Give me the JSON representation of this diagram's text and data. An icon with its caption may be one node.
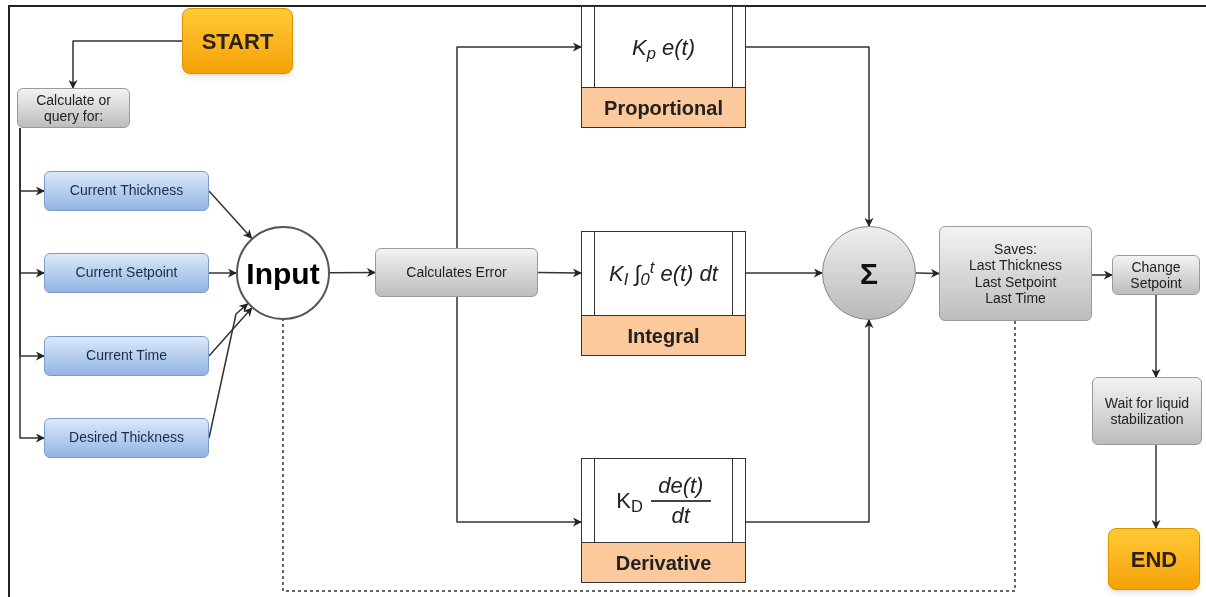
{
  "diagram": {
    "nodes": [
      {
        "text": [
          "START"
        ]
      },
      {
        "text": [
          "Calculate or query for:"
        ]
      },
      {
        "text": [
          "Current Thickness"
        ]
      },
      {
        "text": [
          "Current Setpoint"
        ]
      },
      {
        "text": [
          "Current Time"
        ]
      },
      {
        "text": [
          "Desired Thickness"
        ]
      },
      {
        "text": [
          "Input"
        ]
      },
      {
        "text": [
          "Calculates Error"
        ]
      },
      {
        "text": [
          "K$_{p}$ e(t)",
          "Proportional"
        ]
      },
      {
        "text": [
          "K$_{I}$ ∫$_{0}$$^{t}$ e(t) dt",
          "Integral"
        ]
      },
      {
        "text": [
          "K$_{D}$",
          "de(t)",
          "dt",
          "Derivative"
        ]
      },
      {
        "text": [
          "Σ"
        ]
      },
      {
        "text": [
          "Saves:",
          "Last Thickness",
          "Last Setpoint",
          "Last Time"
        ]
      },
      {
        "text": [
          "Change Setpoint"
        ]
      },
      {
        "text": [
          "Wait for liquid stabilization"
        ]
      },
      {
        "text": [
          "END"
        ]
      }
    ],
    "edges": [
      {
        "from": 0,
        "to": 1,
        "arrow": "to"
      },
      {
        "from": 1,
        "to": 2,
        "arrow": "to"
      },
      {
        "from": 1,
        "to": 3,
        "arrow": "to"
      },
      {
        "from": 1,
        "to": 4,
        "arrow": "to"
      },
      {
        "from": 1,
        "to": 5,
        "arrow": "to"
      },
      {
        "from": 2,
        "to": 6,
        "arrow": "to"
      },
      {
        "from": 3,
        "to": 6,
        "arrow": "to"
      },
      {
        "from": 4,
        "to": 6,
        "arrow": "to"
      },
      {
        "from": 5,
        "to": 6,
        "arrow": "to"
      },
      {
        "from": 6,
        "to": 7,
        "arrow": "to"
      },
      {
        "from": 7,
        "to": 8,
        "arrow": "to"
      },
      {
        "from": 7,
        "to": 9,
        "arrow": "to"
      },
      {
        "from": 7,
        "to": 10,
        "arrow": "to"
      },
      {
        "from": 8,
        "to": 11,
        "arrow": "to"
      },
      {
        "from": 9,
        "to": 11,
        "arrow": "to"
      },
      {
        "from": 10,
        "to": 11,
        "arrow": "to"
      },
      {
        "from": 11,
        "to": 12,
        "arrow": "to"
      },
      {
        "from": 12,
        "to": 6,
        "arrow": "none",
        "style": "dashed"
      },
      {
        "from": 12,
        "to": 13,
        "arrow": "to"
      },
      {
        "from": 13,
        "to": 14,
        "arrow": "to"
      },
      {
        "from": 14,
        "to": 15,
        "arrow": "to"
      }
    ]
  }
}
